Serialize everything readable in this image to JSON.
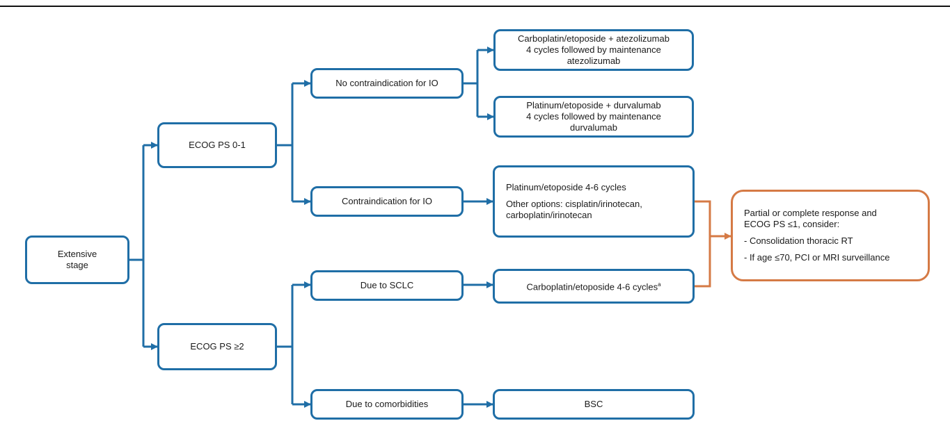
{
  "colors": {
    "flow_blue": "#1f6ea6",
    "flow_orange": "#d57a45",
    "rule": "#111111"
  },
  "nodes": {
    "extensive_stage": [
      "Extensive",
      "stage"
    ],
    "ecog_0_1": "ECOG PS 0-1",
    "ecog_2": "ECOG PS ≥2",
    "no_contra_io": "No contraindication for IO",
    "contra_io": "Contraindication for IO",
    "due_sclc": "Due to SCLC",
    "due_comorb": "Due to comorbidities",
    "atezo": [
      "Carboplatin/etoposide + atezolizumab",
      "4 cycles followed by maintenance",
      "atezolizumab"
    ],
    "durva": [
      "Platinum/etoposide + durvalumab",
      "4 cycles followed by maintenance",
      "durvalumab"
    ],
    "platinum": {
      "line1": "Platinum/etoposide 4-6 cycles",
      "line2": "Other options: cisplatin/irinotecan,",
      "line3": "carboplatin/irinotecan"
    },
    "carbo": {
      "text": "Carboplatin/etoposide 4-6 cycles",
      "footnote": "a"
    },
    "bsc": "BSC",
    "response": {
      "line1": "Partial or complete response and",
      "line2": "ECOG PS ≤1, consider:",
      "line3": "- Consolidation thoracic RT",
      "line4": "- If age ≤70, PCI or MRI surveillance"
    }
  }
}
